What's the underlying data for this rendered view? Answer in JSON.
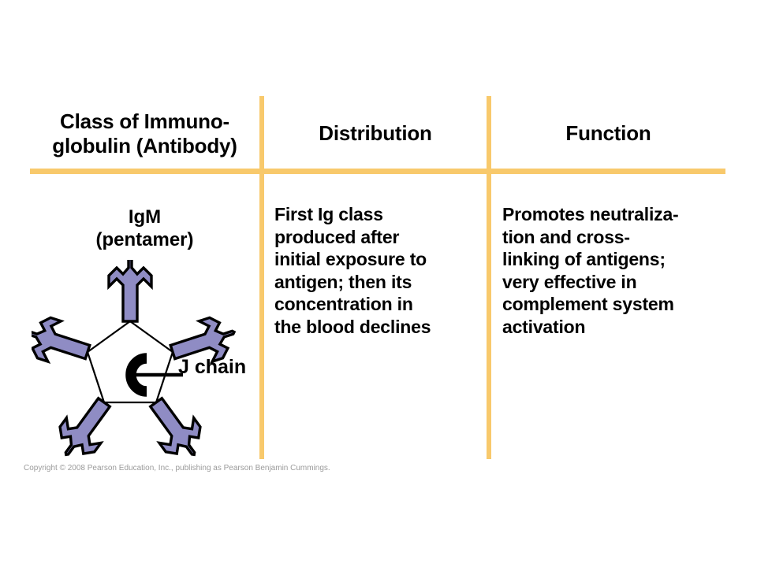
{
  "figure": {
    "table": {
      "headers": [
        {
          "id": "class",
          "label": "Class of Immuno-\nglobulin (Antibody)"
        },
        {
          "id": "distribution",
          "label": "Distribution"
        },
        {
          "id": "function",
          "label": "Function"
        }
      ],
      "rows": [
        {
          "class_name": "IgM\n(pentamer)",
          "distribution": "First Ig class\nproduced after\ninitial exposure to\nantigen; then its\nconcentration in\nthe blood declines",
          "function": "Promotes neutraliza-\ntion and cross-\nlinking of antigens;\nvery effective in\ncomplement system\nactivation"
        }
      ]
    },
    "diagram": {
      "name": "igm-pentamer-diagram",
      "annotation_label": "J chain",
      "monomer_count": 5,
      "colors": {
        "monomer_fill": "#8F8CC4",
        "monomer_outline": "#000000",
        "core_outline": "#000000",
        "j_chain": "#000000"
      }
    },
    "rules": {
      "color": "#F8C96C"
    },
    "copyright": "Copyright © 2008 Pearson Education, Inc., publishing as Pearson Benjamin Cummings."
  }
}
